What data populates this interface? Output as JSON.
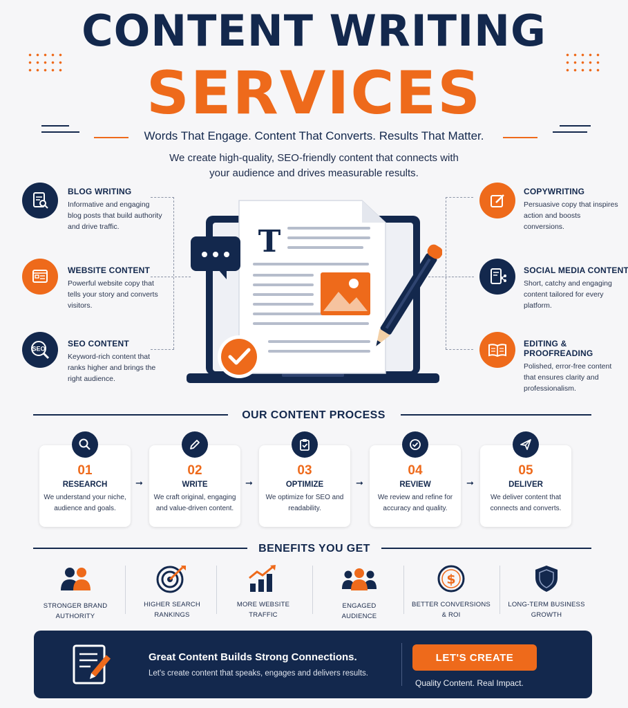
{
  "header": {
    "title_line1": "CONTENT WRITING",
    "title_line2": "SERVICES",
    "tagline": "Words That Engage. Content That Converts. Results That Matter.",
    "intro_line1": "We create high-quality, SEO-friendly content that connects with",
    "intro_line2": "your audience and drives measurable results."
  },
  "services_left": [
    {
      "title": "BLOG WRITING",
      "desc": "Informative and engaging blog posts that build authority and drive traffic.",
      "icon": "blog-document-icon"
    },
    {
      "title": "WEBSITE CONTENT",
      "desc": "Powerful website copy that tells your story and converts visitors.",
      "icon": "browser-window-icon"
    },
    {
      "title": "SEO CONTENT",
      "desc": "Keyword-rich content that ranks higher and brings the right audience.",
      "icon": "seo-magnifier-icon",
      "icon_text": "SEO"
    }
  ],
  "services_right": [
    {
      "title": "COPYWRITING",
      "desc": "Persuasive copy that inspires action and boosts conversions.",
      "icon": "pencil-edit-icon"
    },
    {
      "title": "SOCIAL MEDIA CONTENT",
      "desc": "Short, catchy and engaging content tailored for every platform.",
      "icon": "share-document-icon"
    },
    {
      "title": "EDITING & PROOFREADING",
      "desc": "Polished, error-free content that ensures clarity and professionalism.",
      "icon": "open-book-icon"
    }
  ],
  "illustration": {
    "doc_letter": "T"
  },
  "process": {
    "title": "OUR CONTENT PROCESS",
    "steps": [
      {
        "num": "01",
        "name": "RESEARCH",
        "desc": "We understand your niche, audience and goals.",
        "icon": "search-icon"
      },
      {
        "num": "02",
        "name": "WRITE",
        "desc": "We craft original, engaging and value-driven content.",
        "icon": "pencil-icon"
      },
      {
        "num": "03",
        "name": "OPTIMIZE",
        "desc": "We optimize for SEO and readability.",
        "icon": "clipboard-check-icon"
      },
      {
        "num": "04",
        "name": "REVIEW",
        "desc": "We review and refine for accuracy and quality.",
        "icon": "check-circle-icon"
      },
      {
        "num": "05",
        "name": "DELIVER",
        "desc": "We deliver content that connects and converts.",
        "icon": "paper-plane-icon"
      }
    ]
  },
  "benefits": {
    "title": "BENEFITS YOU GET",
    "items": [
      {
        "line1": "STRONGER BRAND",
        "line2": "AUTHORITY",
        "icon": "users-icon"
      },
      {
        "line1": "HIGHER SEARCH",
        "line2": "RANKINGS",
        "icon": "target-icon"
      },
      {
        "line1": "MORE WEBSITE",
        "line2": "TRAFFIC",
        "icon": "growth-chart-icon"
      },
      {
        "line1": "ENGAGED",
        "line2": "AUDIENCE",
        "icon": "audience-icon"
      },
      {
        "line1": "BETTER CONVERSIONS",
        "line2": "& ROI",
        "icon": "dollar-coin-icon"
      },
      {
        "line1": "LONG-TERM BUSINESS",
        "line2": "GROWTH",
        "icon": "shield-icon"
      }
    ]
  },
  "banner": {
    "title": "Great Content Builds Strong Connections.",
    "subtitle": "Let's create content that speaks, engages and delivers results.",
    "cta": "LET'S CREATE",
    "tagline": "Quality Content. Real Impact."
  },
  "colors": {
    "navy": "#13284d",
    "orange": "#ee6a1b",
    "background": "#f6f6f8"
  }
}
